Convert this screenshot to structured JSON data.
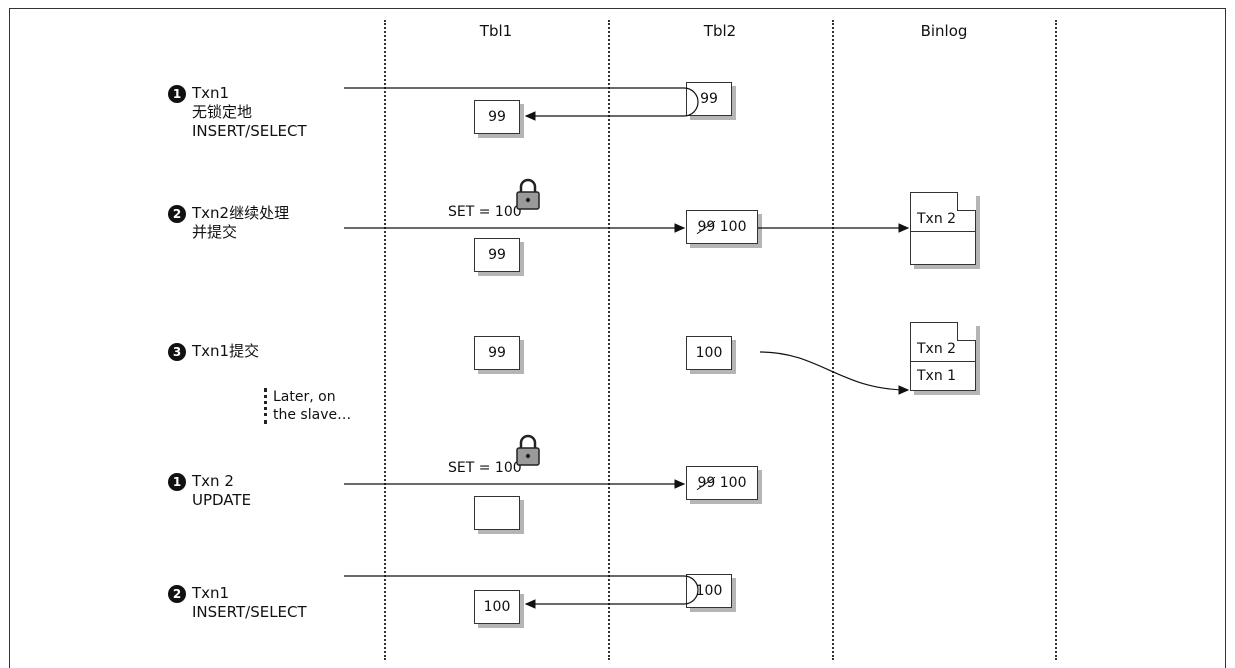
{
  "columns": [
    "Tbl1",
    "Tbl2",
    "Binlog"
  ],
  "steps": [
    {
      "number": "1",
      "lines": [
        "Txn1",
        "无锁定地",
        "INSERT/SELECT"
      ]
    },
    {
      "number": "2",
      "lines": [
        "Txn2继续处理",
        "并提交"
      ]
    },
    {
      "number": "3",
      "lines": [
        "Txn1提交"
      ]
    },
    {
      "number": "1",
      "lines": [
        "Txn 2",
        "UPDATE"
      ]
    },
    {
      "number": "2",
      "lines": [
        "Txn1",
        "INSERT/SELECT"
      ]
    }
  ],
  "later_note": [
    "Later, on",
    "the slave…"
  ],
  "rows": [
    {
      "tbl1": "99",
      "tbl2": "99"
    },
    {
      "set_label": "SET = 100",
      "tbl1": "99",
      "tbl2_old": "99",
      "tbl2_new": "100",
      "binlog": [
        "Txn 2",
        ""
      ]
    },
    {
      "tbl1": "99",
      "tbl2": "100",
      "binlog": [
        "Txn 2",
        "Txn 1"
      ]
    },
    {
      "set_label": "SET = 100",
      "tbl1": "",
      "tbl2_old": "99",
      "tbl2_new": "100"
    },
    {
      "tbl1": "100",
      "tbl2": "100"
    }
  ],
  "icons": {
    "lock": "padlock-icon",
    "step_marker": "numbered-circle"
  }
}
